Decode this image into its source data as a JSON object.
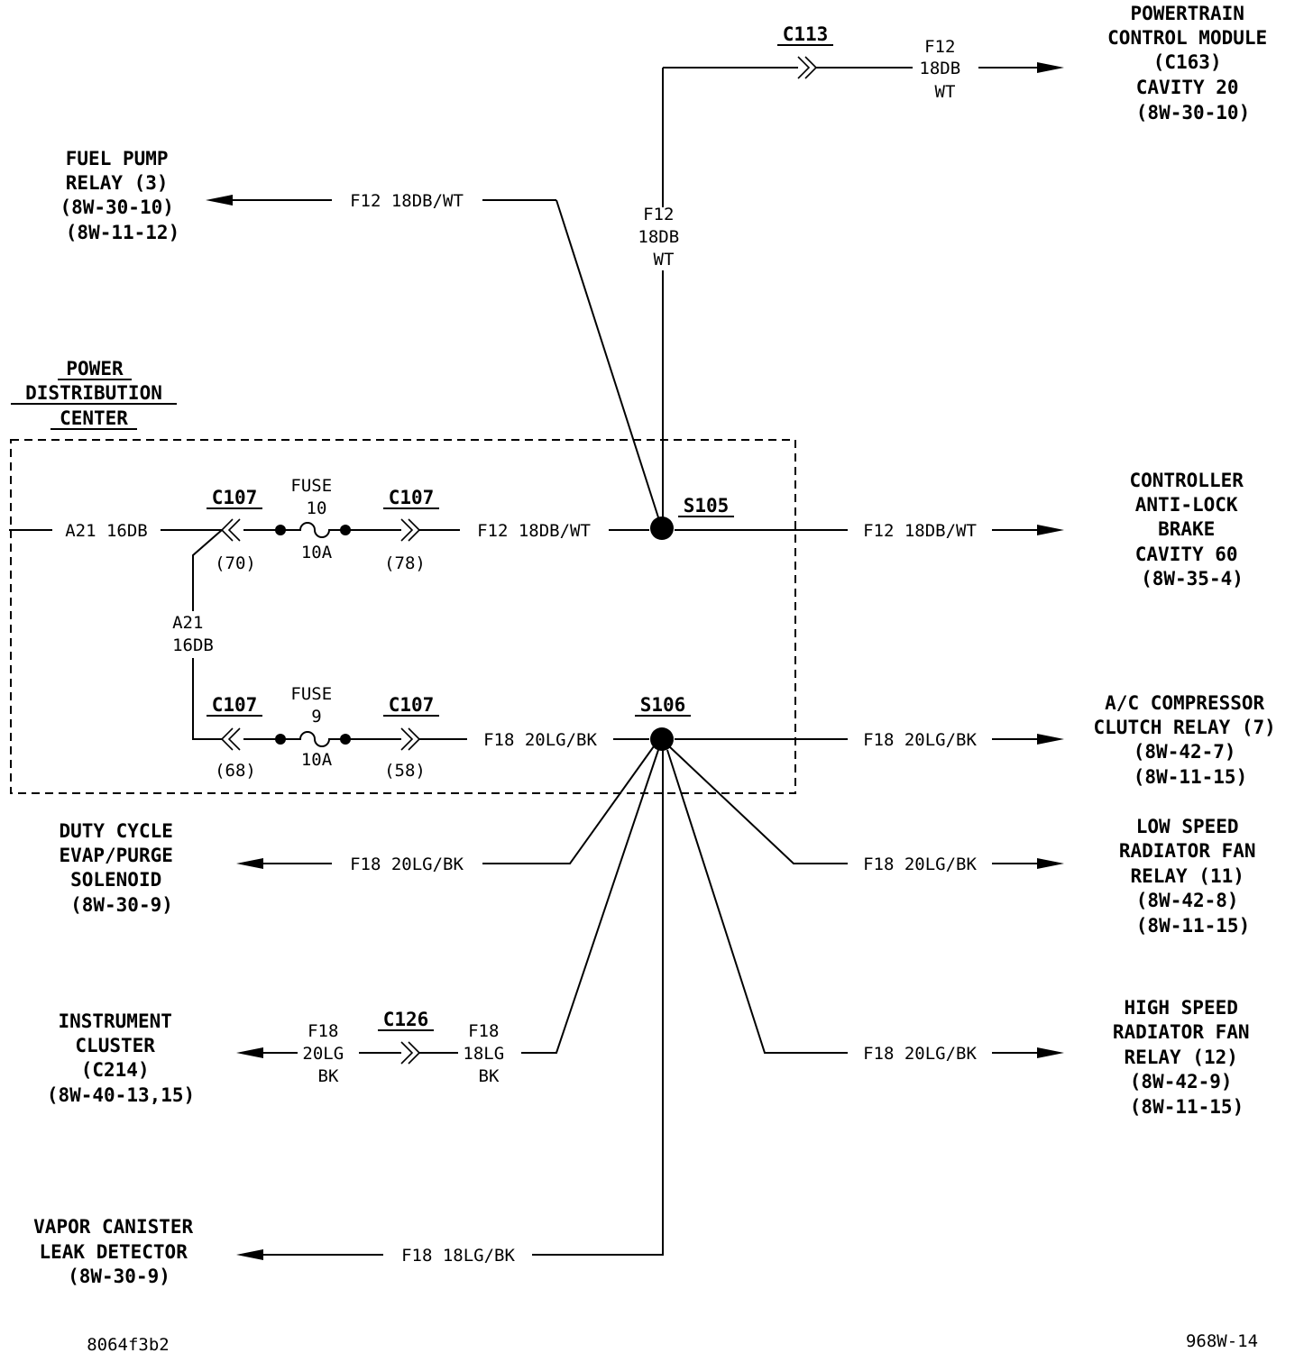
{
  "components": {
    "pcm": {
      "lines": [
        "POWERTRAIN",
        "CONTROL MODULE",
        "(C163)",
        "CAVITY 20",
        "(8W-30-10)"
      ]
    },
    "fuel_pump_relay": {
      "lines": [
        "FUEL PUMP",
        "RELAY (3)",
        "(8W-30-10)",
        "(8W-11-12)"
      ]
    },
    "pdc": {
      "lines": [
        "POWER",
        "DISTRIBUTION",
        "CENTER"
      ]
    },
    "cab": {
      "lines": [
        "CONTROLLER",
        "ANTI-LOCK",
        "BRAKE",
        "CAVITY 60",
        "(8W-35-4)"
      ]
    },
    "ac_relay": {
      "lines": [
        "A/C COMPRESSOR",
        "CLUTCH RELAY (7)",
        "(8W-42-7)",
        "(8W-11-15)"
      ]
    },
    "duty_cycle": {
      "lines": [
        "DUTY CYCLE",
        "EVAP/PURGE",
        "SOLENOID",
        "(8W-30-9)"
      ]
    },
    "low_speed_fan": {
      "lines": [
        "LOW SPEED",
        "RADIATOR FAN",
        "RELAY (11)",
        "(8W-42-8)",
        "(8W-11-15)"
      ]
    },
    "instrument_cluster": {
      "lines": [
        "INSTRUMENT",
        "CLUSTER",
        "(C214)",
        "(8W-40-13,15)"
      ]
    },
    "high_speed_fan": {
      "lines": [
        "HIGH SPEED",
        "RADIATOR FAN",
        "RELAY (12)",
        "(8W-42-9)",
        "(8W-11-15)"
      ]
    },
    "vapor_canister": {
      "lines": [
        "VAPOR CANISTER",
        "LEAK DETECTOR",
        "(8W-30-9)"
      ]
    }
  },
  "connectors": {
    "c113": "C113",
    "c107_a": "C107",
    "c107_a_cav": "(70)",
    "c107_b": "C107",
    "c107_b_cav": "(78)",
    "c107_c": "C107",
    "c107_c_cav": "(68)",
    "c107_d": "C107",
    "c107_d_cav": "(58)",
    "c126": "C126"
  },
  "splices": {
    "s105": "S105",
    "s106": "S106"
  },
  "fuses": {
    "fuse10": {
      "lines": [
        "FUSE",
        "10"
      ],
      "rating": "10A"
    },
    "fuse9": {
      "lines": [
        "FUSE",
        "9"
      ],
      "rating": "10A"
    }
  },
  "wires": {
    "pcm": {
      "lines": [
        "F12",
        "18DB",
        "WT"
      ]
    },
    "vertical_s105": {
      "lines": [
        "F12",
        "18DB",
        "WT"
      ]
    },
    "fuel_pump": "F12 18DB/WT",
    "input": "A21 16DB",
    "a21_vertical": {
      "lines": [
        "A21",
        "16DB"
      ]
    },
    "fuse10_out": "F12 18DB/WT",
    "cab": "F12 18DB/WT",
    "fuse9_out": "F18 20LG/BK",
    "ac_relay": "F18 20LG/BK",
    "duty_cycle": "F18 20LG/BK",
    "low_speed_fan": "F18 20LG/BK",
    "cluster_left": {
      "lines": [
        "F18",
        "20LG",
        "BK"
      ]
    },
    "cluster_right": {
      "lines": [
        "F18",
        "18LG",
        "BK"
      ]
    },
    "high_speed_fan": "F18 20LG/BK",
    "vapor_canister": "F18 18LG/BK"
  },
  "footer": {
    "left": "8064f3b2",
    "right": "968W-14"
  }
}
